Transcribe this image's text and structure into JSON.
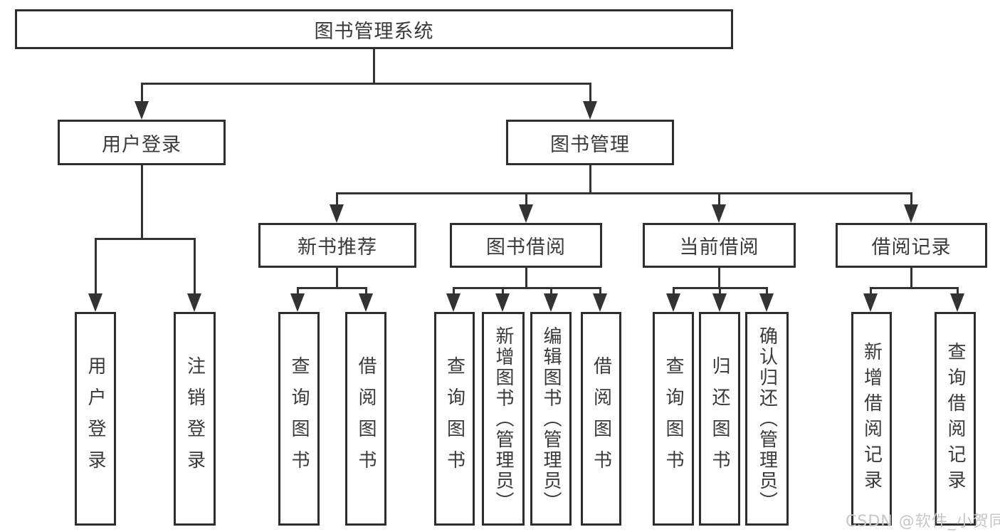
{
  "colors": {
    "line": "#333333",
    "border": "#2e2e2e",
    "text": "#3a3a3a",
    "watermark": "#c6c6c6",
    "background": "#ffffff"
  },
  "diagram": {
    "root": {
      "label": "图书管理系统"
    },
    "level1": [
      {
        "label": "用户登录"
      },
      {
        "label": "图书管理"
      }
    ],
    "level2": [
      {
        "label": "新书推荐"
      },
      {
        "label": "图书借阅"
      },
      {
        "label": "当前借阅"
      },
      {
        "label": "借阅记录"
      }
    ],
    "leaves": {
      "login": [
        {
          "label": "用户登录"
        },
        {
          "label": "注销登录"
        }
      ],
      "recommend": [
        {
          "label": "查询图书"
        },
        {
          "label": "借阅图书"
        }
      ],
      "borrow": [
        {
          "label": "查询图书"
        },
        {
          "label": "新增图书（管理员）"
        },
        {
          "label": "编辑图书（管理员）"
        },
        {
          "label": "借阅图书"
        }
      ],
      "current": [
        {
          "label": "查询图书"
        },
        {
          "label": "归还图书"
        },
        {
          "label": "确认归还（管理员）"
        }
      ],
      "records": [
        {
          "label": "新增借阅记录"
        },
        {
          "label": "查询借阅记录"
        }
      ]
    }
  },
  "watermark": {
    "text": "CSDN @软件_小贺同学"
  }
}
